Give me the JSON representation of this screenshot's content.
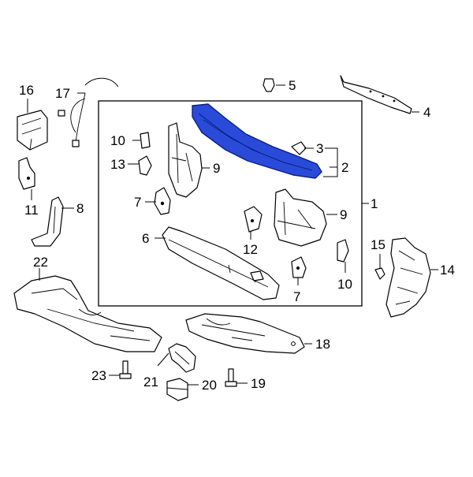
{
  "colors": {
    "highlight": "#2a4bd8",
    "highlight_stroke": "#0a1f86",
    "line": "#000000",
    "background": "#ffffff"
  },
  "callouts": {
    "n1": "1",
    "n2": "2",
    "n3": "3",
    "n4": "4",
    "n5": "5",
    "n6": "6",
    "n7a": "7",
    "n7b": "7",
    "n8": "8",
    "n9a": "9",
    "n9b": "9",
    "n10a": "10",
    "n10b": "10",
    "n11": "11",
    "n12": "12",
    "n13": "13",
    "n14": "14",
    "n15": "15",
    "n16": "16",
    "n17": "17",
    "n18": "18",
    "n19": "19",
    "n20": "20",
    "n21": "21",
    "n22": "22",
    "n23": "23"
  }
}
